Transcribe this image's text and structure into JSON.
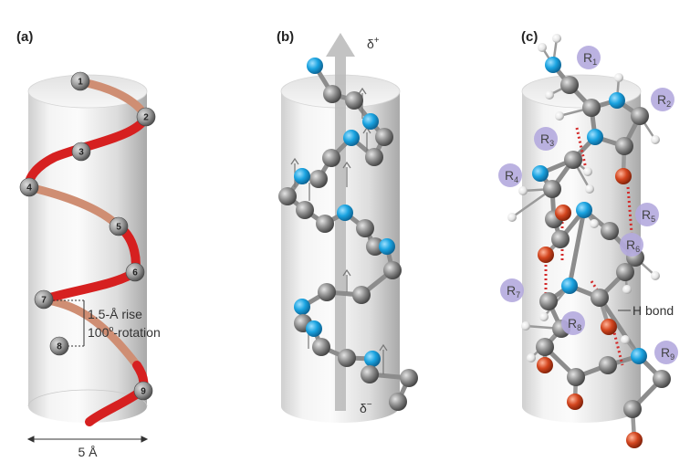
{
  "panels": {
    "a": "(a)",
    "b": "(b)",
    "c": "(c)"
  },
  "helix_points": [
    "1",
    "2",
    "3",
    "4",
    "5",
    "6",
    "7",
    "8",
    "9"
  ],
  "annotations": {
    "rise": "1.5-Å rise",
    "rotation_value": "100",
    "rotation_degree": "o",
    "rotation_suffix": "-rotation",
    "width": "5 Å",
    "h_bond": "H bond"
  },
  "dipole": {
    "delta": "δ",
    "plus": "+",
    "minus": "−"
  },
  "r_groups": {
    "symbol": "R",
    "subscripts": [
      "1",
      "2",
      "3",
      "4",
      "5",
      "6",
      "7",
      "8",
      "9"
    ]
  },
  "colors": {
    "helix_front": "#d42020",
    "helix_back": "#c98a6e",
    "nitrogen": "#1a9ad6",
    "carbon": "#8a8a8a",
    "oxygen": "#c8401e",
    "hydrogen": "#f2f2f2",
    "r_group": "#b3a9dc",
    "hbond": "#d42a2a",
    "arrow": "#b8b8b8"
  }
}
